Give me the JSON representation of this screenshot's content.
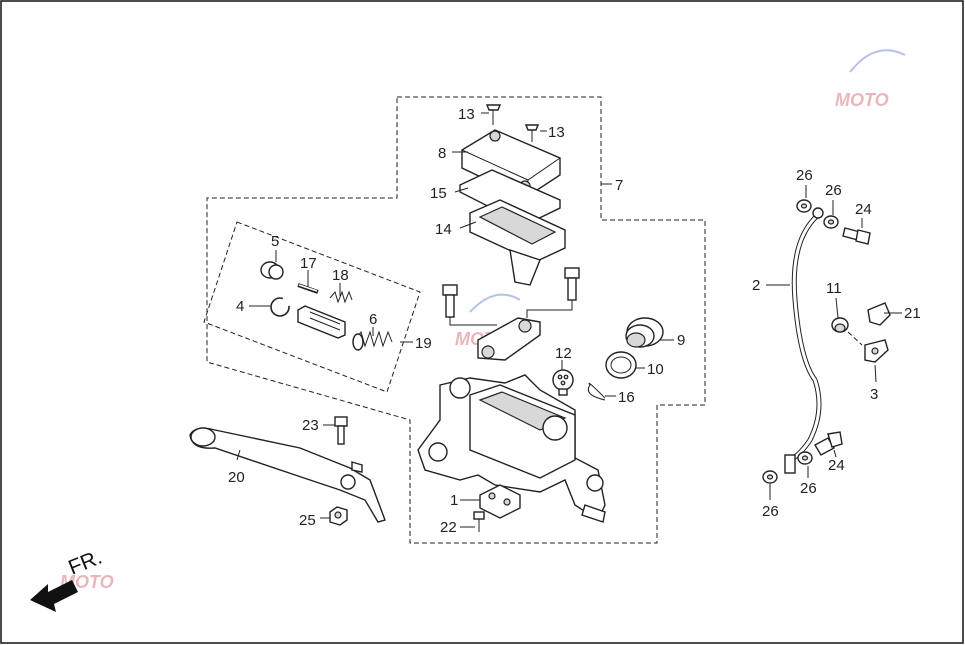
{
  "callouts": {
    "c1": "1",
    "c2": "2",
    "c3": "3",
    "c4": "4",
    "c5": "5",
    "c6": "6",
    "c7": "7",
    "c8": "8",
    "c9": "9",
    "c10": "10",
    "c11": "11",
    "c12": "12",
    "c13a": "13",
    "c13b": "13",
    "c14": "14",
    "c15": "15",
    "c16": "16",
    "c17": "17",
    "c18": "18",
    "c19": "19",
    "c20": "20",
    "c21": "21",
    "c22": "22",
    "c23": "23",
    "c24a": "24",
    "c24b": "24",
    "c25": "25",
    "c26a": "26",
    "c26b": "26",
    "c26c": "26",
    "c26d": "26"
  },
  "direction": {
    "label": "FR."
  },
  "watermark": {
    "name": "watermark-moto-logo",
    "text": "MOTO"
  }
}
